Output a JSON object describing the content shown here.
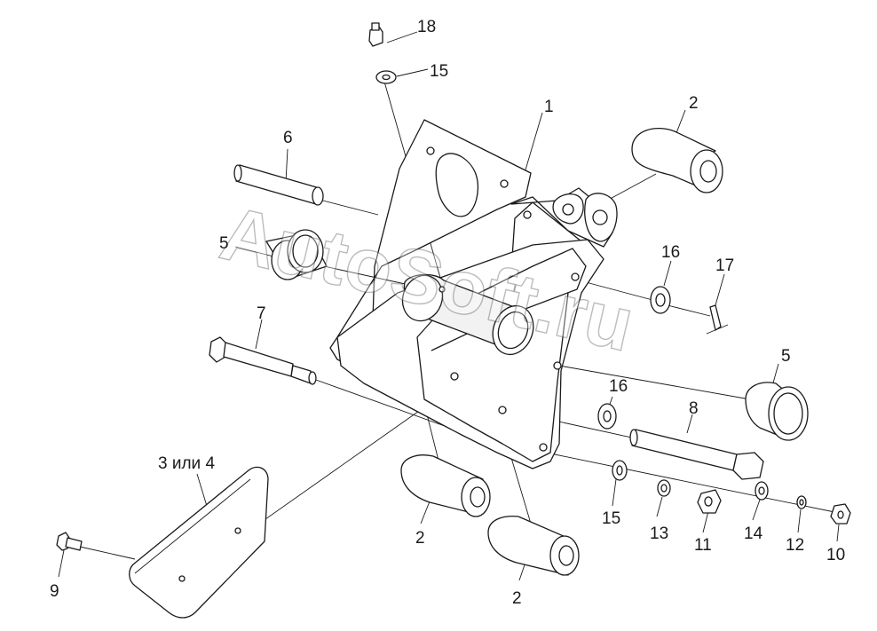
{
  "labels": {
    "l1": "1",
    "l2a": "2",
    "l2b": "2",
    "l2c": "2",
    "l3": "3 или 4",
    "l5a": "5",
    "l5b": "5",
    "l6": "6",
    "l7": "7",
    "l8": "8",
    "l9": "9",
    "l10": "10",
    "l11": "11",
    "l12": "12",
    "l13": "13",
    "l14": "14",
    "l15a": "15",
    "l15b": "15",
    "l16a": "16",
    "l16b": "16",
    "l17": "17",
    "l18": "18"
  },
  "watermark": "AutoSoft.ru"
}
